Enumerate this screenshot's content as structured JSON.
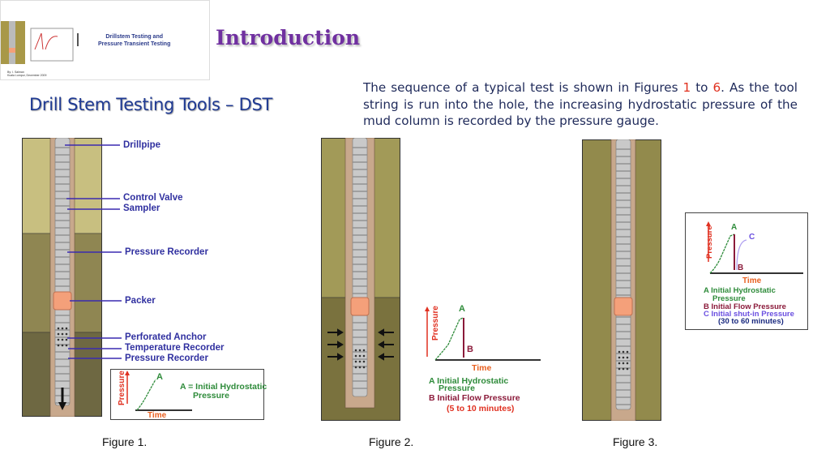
{
  "thumbnail": {
    "title_line1": "Drillstem Testing and",
    "title_line2": "Pressure Transient Testing",
    "author_line1": "By: I. Salman",
    "author_line2": "Kuala Lumpur, December 2009"
  },
  "header": {
    "title": "Introduction",
    "subtitle": "Drill Stem Testing Tools – DST"
  },
  "intro": {
    "part1": "The sequence of a typical test is shown in Figures ",
    "fig_start": "1",
    "part2": " to ",
    "fig_end": "6",
    "part3": ". As the tool string is run into the hole, the increasing hydrostatic pressure of the mud column is recorded by the pressure gauge."
  },
  "figure1": {
    "caption": "Figure 1.",
    "labels": [
      "Drillpipe",
      "Control Valve",
      "Sampler",
      "Pressure Recorder",
      "Packer",
      "Perforated Anchor",
      "Temperature Recorder",
      "Pressure Recorder"
    ],
    "chart": {
      "ylabel": "Pressure",
      "xlabel": "Time",
      "point_a": "A",
      "legend": "A = Initial Hydrostatic",
      "legend2": "Pressure"
    }
  },
  "figure2": {
    "caption": "Figure 2.",
    "chart": {
      "ylabel": "Pressure",
      "xlabel": "Time",
      "point_a": "A",
      "point_b": "B",
      "legend_a": "A  Initial Hydrostatic",
      "legend_a2": "Pressure",
      "legend_b": "B  Initial Flow Pressure",
      "duration": "(5 to 10 minutes)"
    }
  },
  "figure3": {
    "caption": "Figure 3.",
    "chart": {
      "ylabel": "Pressure",
      "xlabel": "Time",
      "point_a": "A",
      "point_b": "B",
      "point_c": "C",
      "legend_a": "A  Initial Hydrostatic",
      "legend_a2": "Pressure",
      "legend_b": "B  Initial Flow Pressure",
      "legend_c": "C  Initial shut-in Pressure",
      "duration": "(30 to 60 minutes)"
    }
  },
  "colors": {
    "accent": "#7030a0",
    "label": "#3030a0",
    "packer": "#f4a07a"
  }
}
